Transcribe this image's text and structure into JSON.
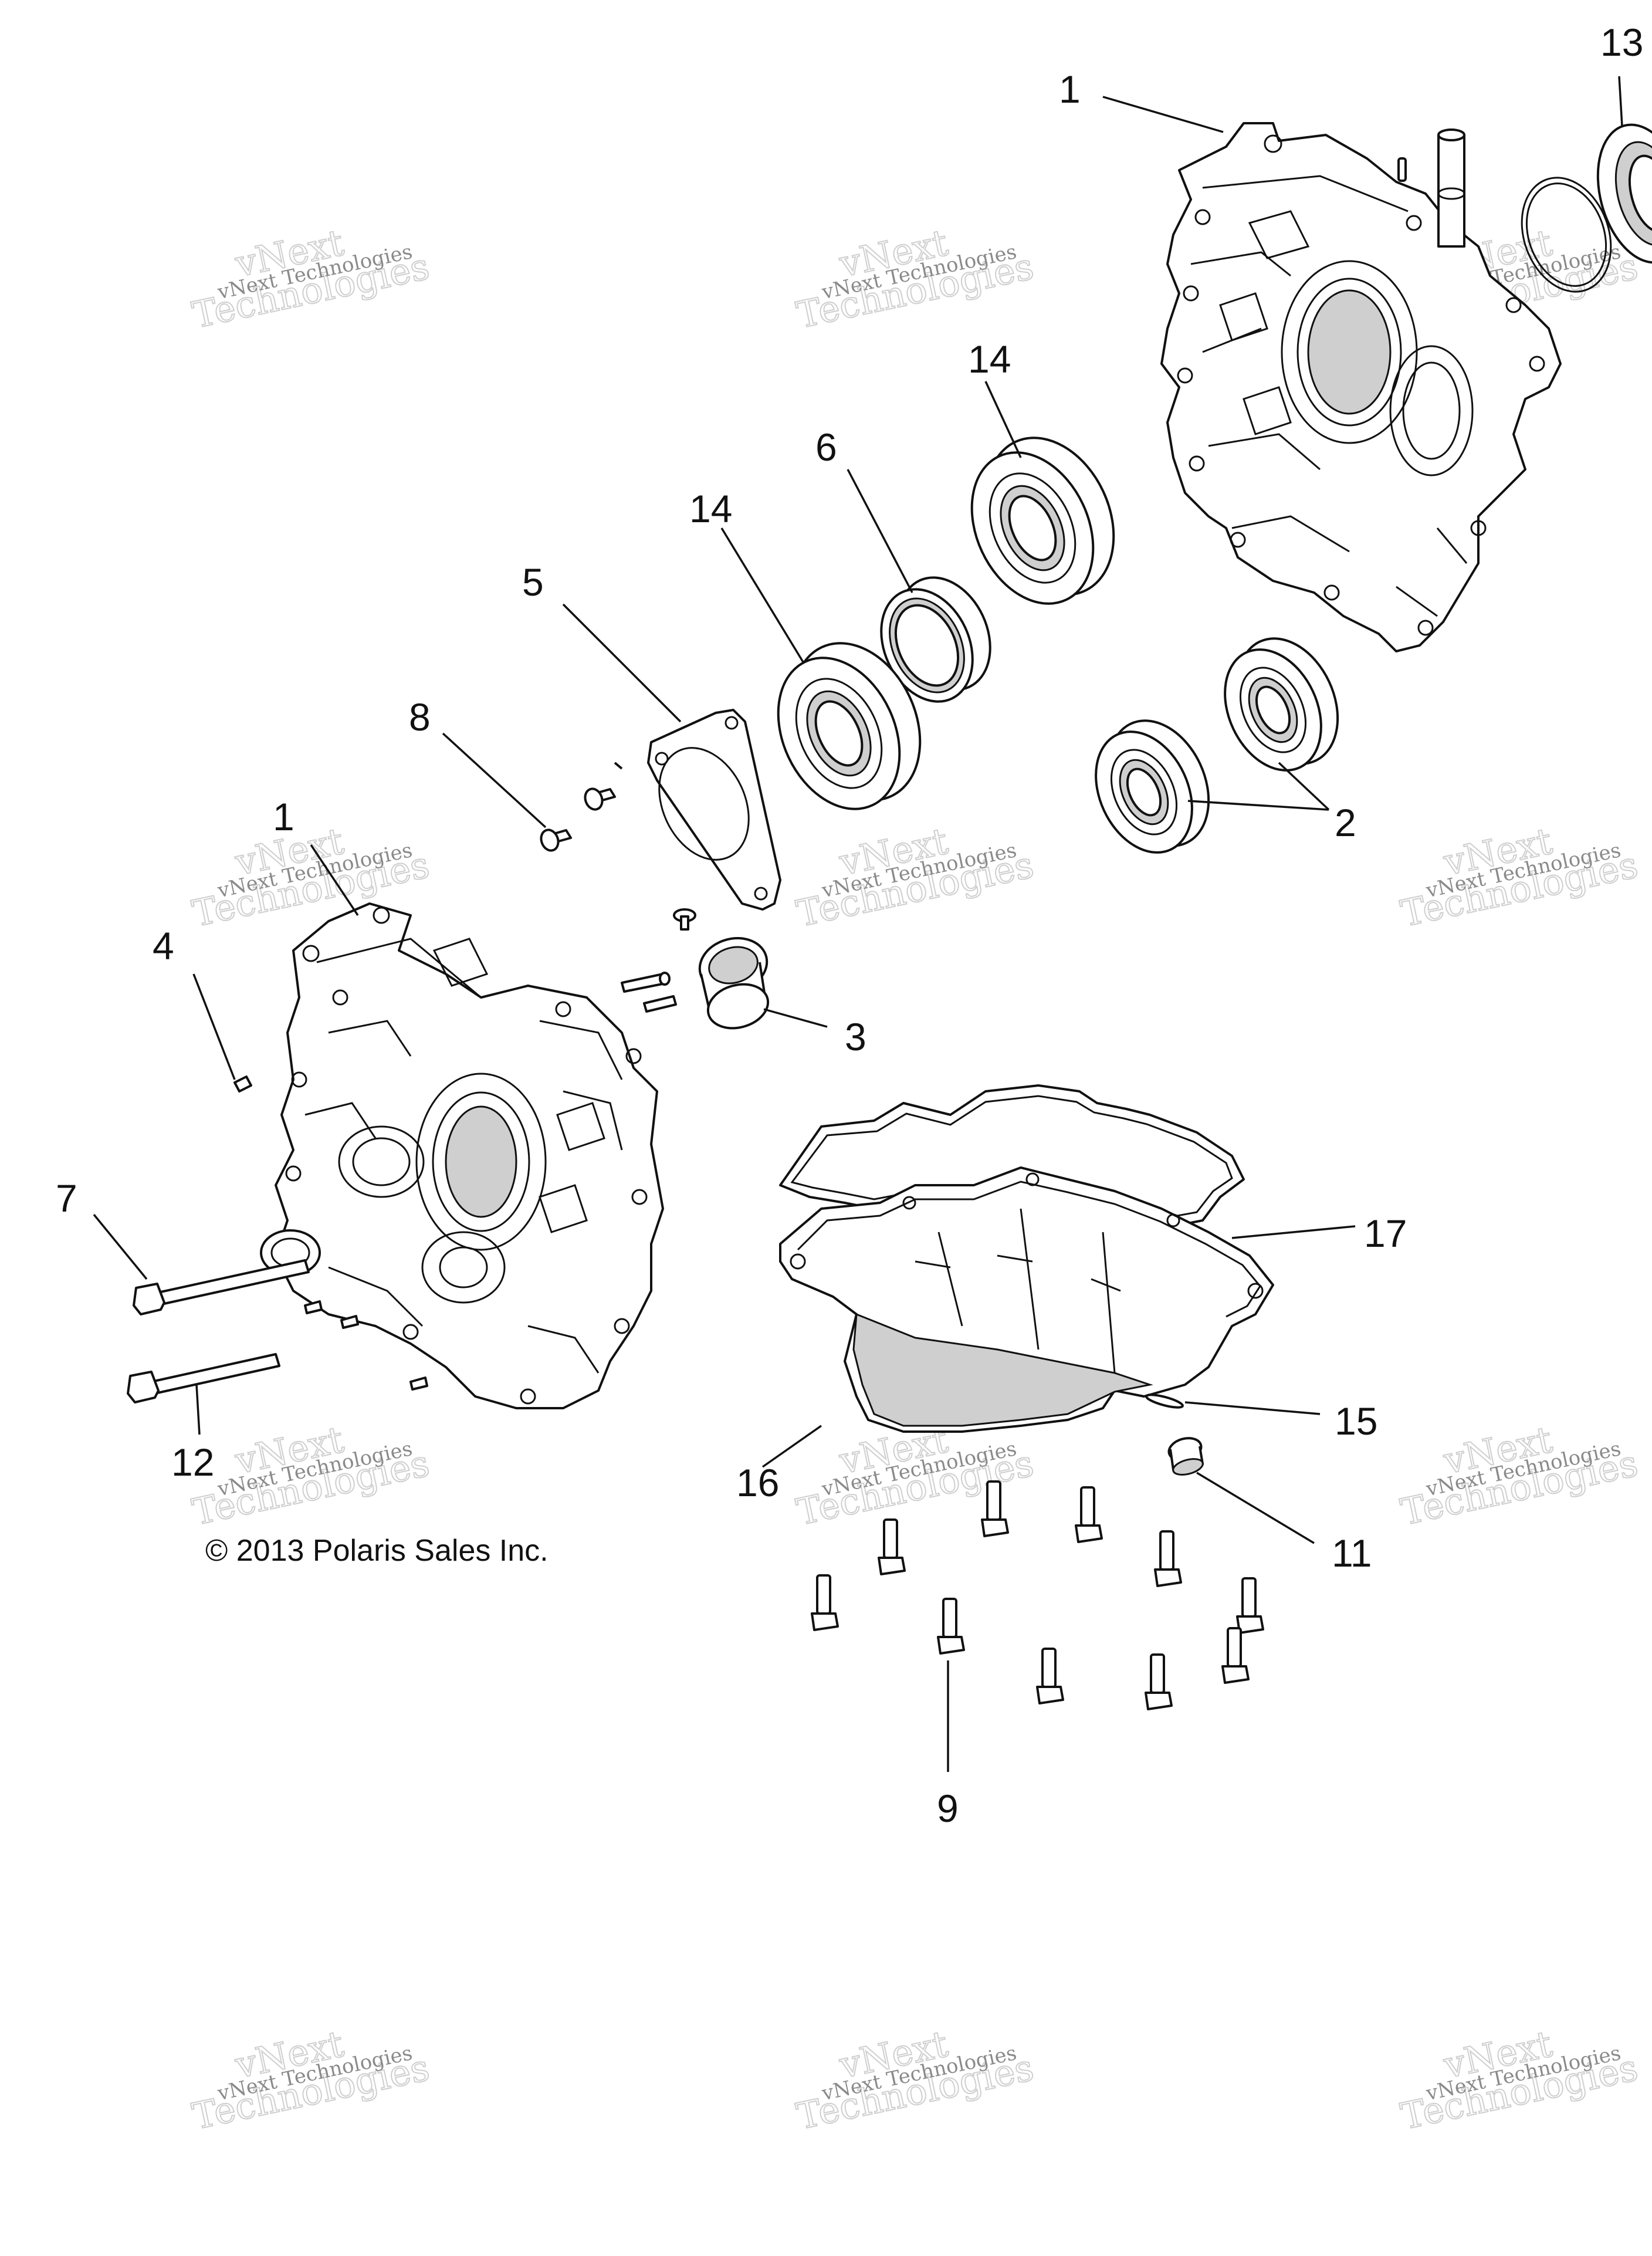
{
  "copyright": "© 2013 Polaris Sales Inc.",
  "watermark": {
    "line1": "vNext Technologies",
    "line2": "Technologies",
    "line0": "vNext"
  },
  "callouts": {
    "c1a": "1",
    "c1b": "1",
    "c2": "2",
    "c3": "3",
    "c4": "4",
    "c5": "5",
    "c6": "6",
    "c7": "7",
    "c8": "8",
    "c9": "9",
    "c11": "11",
    "c12": "12",
    "c13": "13",
    "c14a": "14",
    "c14b": "14",
    "c15": "15",
    "c16": "16",
    "c17": "17"
  }
}
